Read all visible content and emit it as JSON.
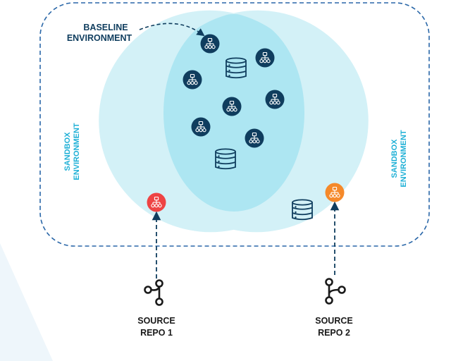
{
  "colors": {
    "navy": "#0f3d5e",
    "cyan_text": "#1fb0d6",
    "dash": "#2a67a8",
    "sandbox_fill": "#d3f1f7",
    "baseline_fill": "#ade6f2",
    "red_node": "#ee4444",
    "orange_node": "#f5892a",
    "black": "#1a1a1a"
  },
  "labels": {
    "baseline_line1": "BASELINE",
    "baseline_line2": "ENVIRONMENT",
    "sandbox_left_line1": "SANDBOX",
    "sandbox_left_line2": "ENVIRONMENT",
    "sandbox_right_line1": "SANDBOX",
    "sandbox_right_line2": "ENVIRONMENT",
    "repo1_line1": "SOURCE",
    "repo1_line2": "REPO 1",
    "repo2_line1": "SOURCE",
    "repo2_line2": "REPO 2"
  },
  "icons": {
    "service_node": "network-hierarchy-icon",
    "database": "database-icon",
    "repo": "git-branch-icon"
  },
  "nodes": [
    {
      "kind": "service",
      "status": "baseline",
      "region": "baseline"
    },
    {
      "kind": "service",
      "status": "baseline",
      "region": "baseline"
    },
    {
      "kind": "service",
      "status": "baseline",
      "region": "baseline"
    },
    {
      "kind": "service",
      "status": "baseline",
      "region": "baseline"
    },
    {
      "kind": "service",
      "status": "baseline",
      "region": "baseline"
    },
    {
      "kind": "service",
      "status": "baseline",
      "region": "baseline"
    },
    {
      "kind": "service",
      "status": "baseline",
      "region": "baseline"
    },
    {
      "kind": "service",
      "status": "repo1-change",
      "region": "sandbox-left"
    },
    {
      "kind": "service",
      "status": "repo2-change",
      "region": "sandbox-right"
    },
    {
      "kind": "database",
      "status": "baseline",
      "region": "baseline"
    },
    {
      "kind": "database",
      "status": "baseline",
      "region": "baseline"
    },
    {
      "kind": "database",
      "status": "sandbox",
      "region": "sandbox-right"
    }
  ]
}
